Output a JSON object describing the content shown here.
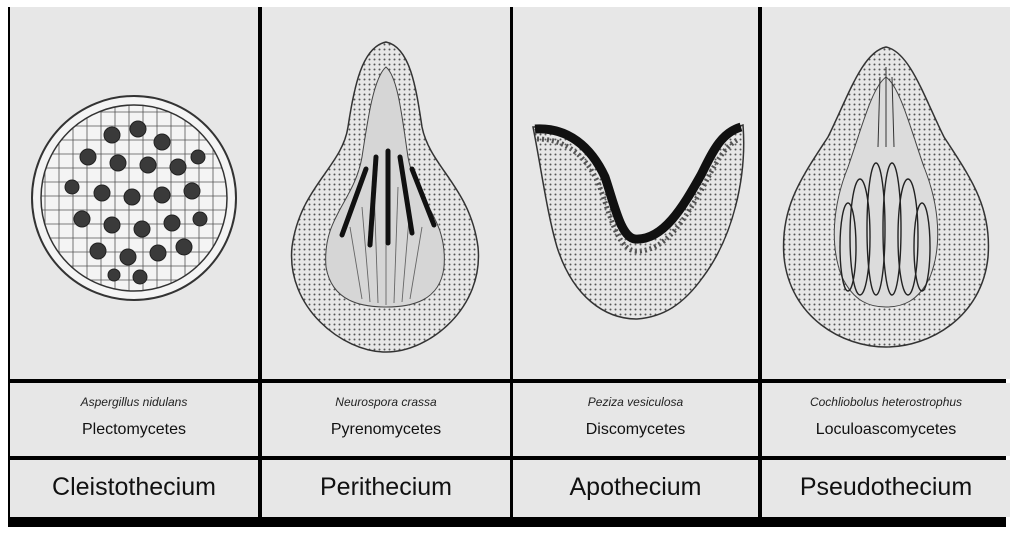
{
  "panels": [
    {
      "species": "Aspergillus nidulans",
      "class": "Plectomycetes",
      "type": "Cleistothecium"
    },
    {
      "species": "Neurospora crassa",
      "class": "Pyrenomycetes",
      "type": "Perithecium"
    },
    {
      "species": "Peziza vesiculosa",
      "class": "Discomycetes",
      "type": "Apothecium"
    },
    {
      "species": "Cochliobolus heterostrophus",
      "class": "Loculoascomycetes",
      "type": "Pseudothecium"
    }
  ]
}
